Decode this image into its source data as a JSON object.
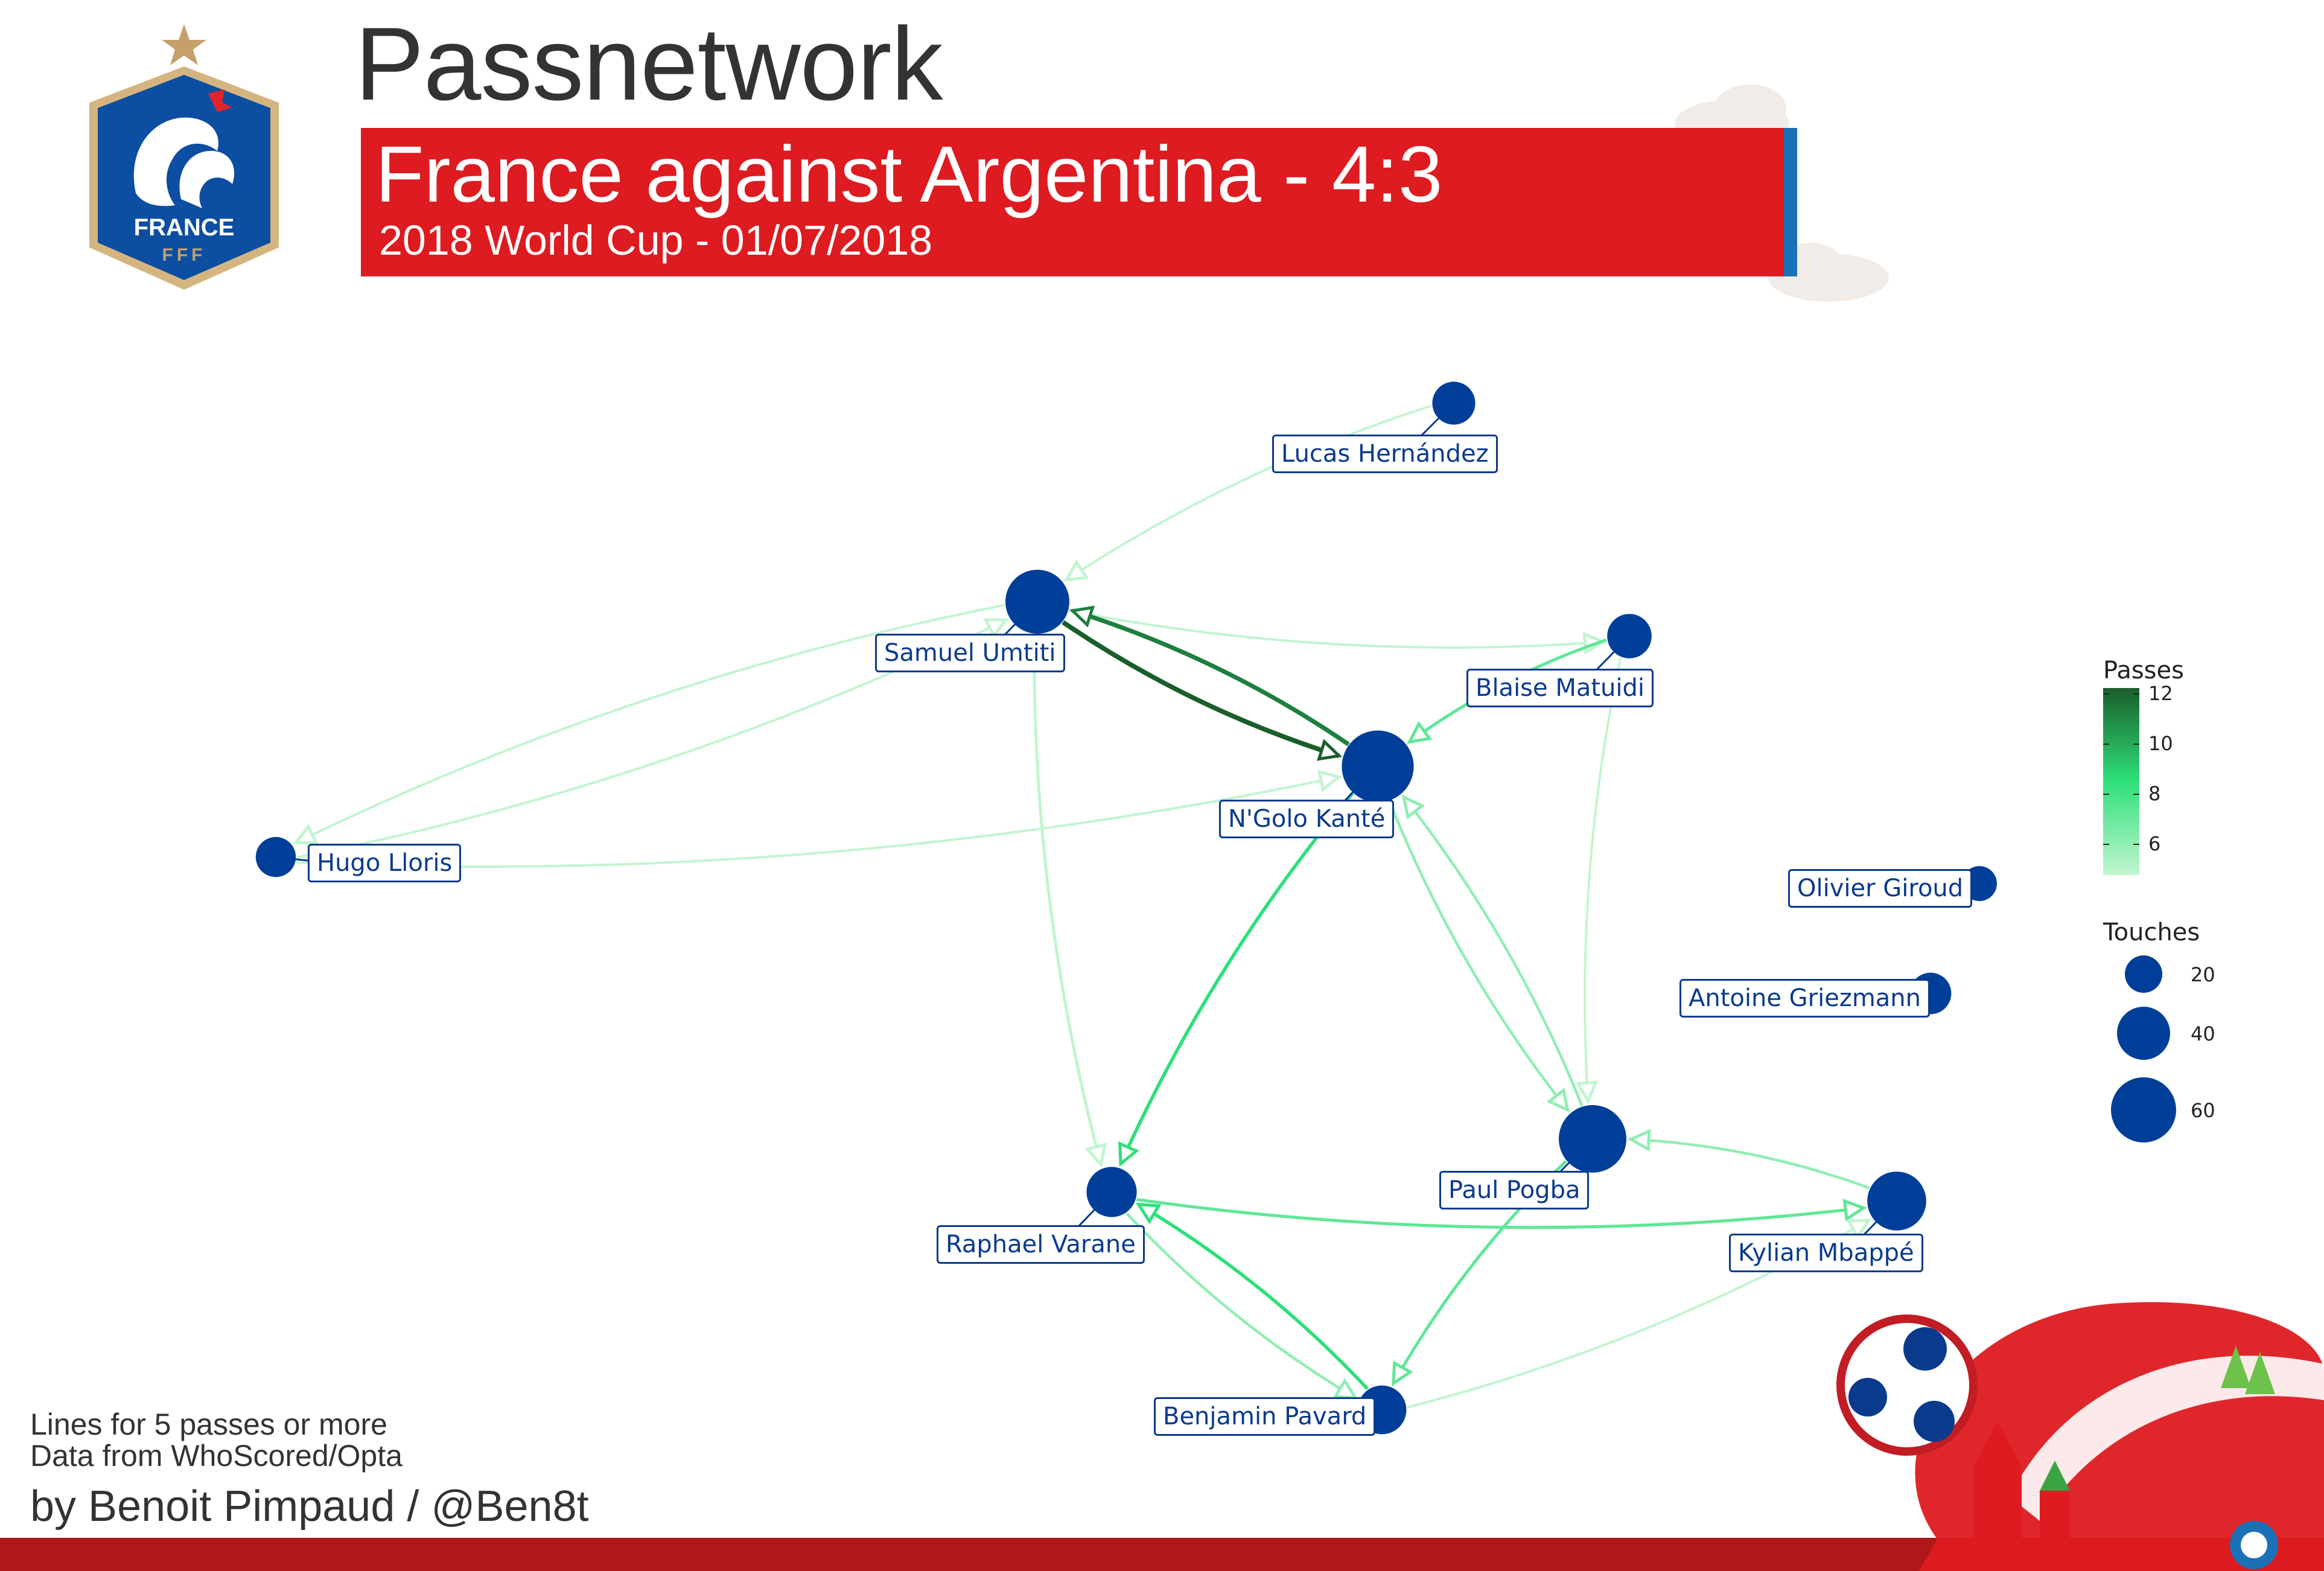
{
  "header": {
    "title": "Passnetwork",
    "headline": "France against Argentina - 4:3",
    "subline": "2018 World Cup - 01/07/2018",
    "logo_text": "FRANCE",
    "logo_sub": "FFF"
  },
  "footer": {
    "note1": "Lines for 5 passes or more",
    "note2": "Data from WhoScored/Opta",
    "author": "by Benoit Pimpaud / @Ben8t"
  },
  "legend": {
    "passes_title": "Passes",
    "passes_ticks": [
      "12",
      "10",
      "8",
      "6"
    ],
    "touches_title": "Touches",
    "touches_ticks": [
      "20",
      "40",
      "60"
    ]
  },
  "players": [
    {
      "id": "lloris",
      "name": "Hugo Lloris",
      "touches": 22
    },
    {
      "id": "umtiti",
      "name": "Samuel Umtiti",
      "touches": 55
    },
    {
      "id": "hernandez",
      "name": "Lucas Hernández",
      "touches": 26
    },
    {
      "id": "matuidi",
      "name": "Blaise Matuidi",
      "touches": 28
    },
    {
      "id": "kante",
      "name": "N'Golo Kanté",
      "touches": 66
    },
    {
      "id": "varane",
      "name": "Raphael Varane",
      "touches": 36
    },
    {
      "id": "pogba",
      "name": "Paul Pogba",
      "touches": 60
    },
    {
      "id": "mbappe",
      "name": "Kylian Mbappé",
      "touches": 48
    },
    {
      "id": "pavard",
      "name": "Benjamin Pavard",
      "touches": 34
    },
    {
      "id": "giroud",
      "name": "Olivier Giroud",
      "touches": 15
    },
    {
      "id": "griezmann",
      "name": "Antoine Griezmann",
      "touches": 24
    }
  ],
  "passes": [
    {
      "from": "hernandez",
      "to": "umtiti",
      "count": 5
    },
    {
      "from": "umtiti",
      "to": "matuidi",
      "count": 5
    },
    {
      "from": "umtiti",
      "to": "kante",
      "count": 12
    },
    {
      "from": "kante",
      "to": "umtiti",
      "count": 11
    },
    {
      "from": "umtiti",
      "to": "lloris",
      "count": 5
    },
    {
      "from": "lloris",
      "to": "umtiti",
      "count": 5
    },
    {
      "from": "lloris",
      "to": "kante",
      "count": 5
    },
    {
      "from": "umtiti",
      "to": "varane",
      "count": 6
    },
    {
      "from": "umtiti",
      "to": "varane",
      "count": 5
    },
    {
      "from": "matuidi",
      "to": "kante",
      "count": 7
    },
    {
      "from": "matuidi",
      "to": "pogba",
      "count": 5
    },
    {
      "from": "kante",
      "to": "pogba",
      "count": 6
    },
    {
      "from": "pogba",
      "to": "kante",
      "count": 6
    },
    {
      "from": "kante",
      "to": "varane",
      "count": 8
    },
    {
      "from": "varane",
      "to": "mbappe",
      "count": 7
    },
    {
      "from": "mbappe",
      "to": "pogba",
      "count": 6
    },
    {
      "from": "pogba",
      "to": "pavard",
      "count": 7
    },
    {
      "from": "pavard",
      "to": "varane",
      "count": 8
    },
    {
      "from": "varane",
      "to": "pavard",
      "count": 6
    },
    {
      "from": "pavard",
      "to": "mbappe",
      "count": 5
    }
  ],
  "colors": {
    "node": "#003f99",
    "label_border": "#0a3a8c",
    "banner_red": "#dd1b20",
    "banner_blue": "#1a71b8",
    "pass_low": "#c2f5d0",
    "pass_mid": "#2ee07a",
    "pass_high": "#1a5e2a",
    "bottom_bar": "#b0171b"
  }
}
